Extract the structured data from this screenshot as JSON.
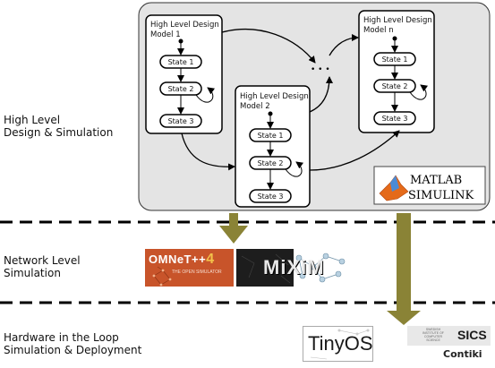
{
  "layers": {
    "high_level_label_line1": "High Level",
    "high_level_label_line2": "Design & Simulation",
    "network_label_line1": "Network Level",
    "network_label_line2": "Simulation",
    "hil_label_line1": "Hardware in the Loop",
    "hil_label_line2": "Simulation & Deployment"
  },
  "models": [
    {
      "title_line1": "High Level Design",
      "title_line2": "Model 1",
      "states": [
        "State 1",
        "State 2",
        "State 3"
      ]
    },
    {
      "title_line1": "High Level Design",
      "title_line2": "Model 2",
      "states": [
        "State 1",
        "State 2",
        "State 3"
      ]
    },
    {
      "title_line1": "High Level Design",
      "title_line2": "Model n",
      "states": [
        "State 1",
        "State 2",
        "State 3"
      ]
    }
  ],
  "ellipsis": "• • •",
  "tools": {
    "matlab_line1": "MATLAB",
    "matlab_line2": "SIMULINK",
    "omnet_main": "OMNeT++",
    "omnet_version": "4",
    "omnet_sub": "THE OPEN SIMULATOR",
    "mixim": "MiXiM",
    "tinyos": "TinyOS",
    "sics": "SICS",
    "sics_sub_line1": "SWEDISH",
    "sics_sub_line2": "INSTITUTE OF",
    "sics_sub_line3": "COMPUTER",
    "sics_sub_line4": "SCIENCE",
    "contiki": "Contiki"
  },
  "colors": {
    "panel_fill": "#e4e4e4",
    "arrow_olive": "#8a8336",
    "omnet_bg": "#c8542a",
    "mixim_bg": "#1d1d1d",
    "matlab_orange": "#e46a1a"
  }
}
